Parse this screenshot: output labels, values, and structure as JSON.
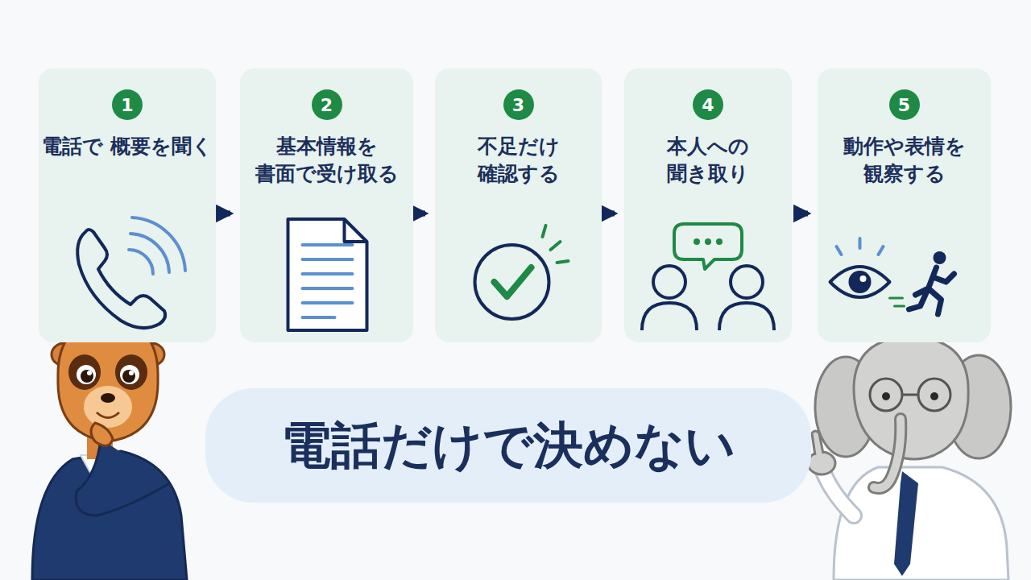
{
  "diagram": {
    "nodes": [
      {
        "text": [
          "電話で 概要を聞く"
        ]
      },
      {
        "text": [
          "1"
        ],
        "in": 0
      },
      {
        "text": [
          "基本情報を 書面で受け取る"
        ]
      },
      {
        "text": [
          "2"
        ],
        "in": 2
      },
      {
        "text": [
          "不足だけ 確認する"
        ]
      },
      {
        "text": [
          "3"
        ],
        "in": 4
      },
      {
        "text": [
          "本人への 聞き取り"
        ]
      },
      {
        "text": [
          "4"
        ],
        "in": 6
      },
      {
        "text": [
          "動作や表情を 観察する"
        ]
      },
      {
        "text": [
          "5"
        ],
        "in": 8
      },
      {
        "text": [
          "電話だけで決めない"
        ]
      }
    ],
    "edges": [
      {
        "from": 0,
        "to": 2,
        "arrow": "to"
      },
      {
        "from": 2,
        "to": 4,
        "arrow": "to"
      },
      {
        "from": 4,
        "to": 6,
        "arrow": "to"
      },
      {
        "from": 6,
        "to": 8,
        "arrow": "to"
      }
    ]
  }
}
